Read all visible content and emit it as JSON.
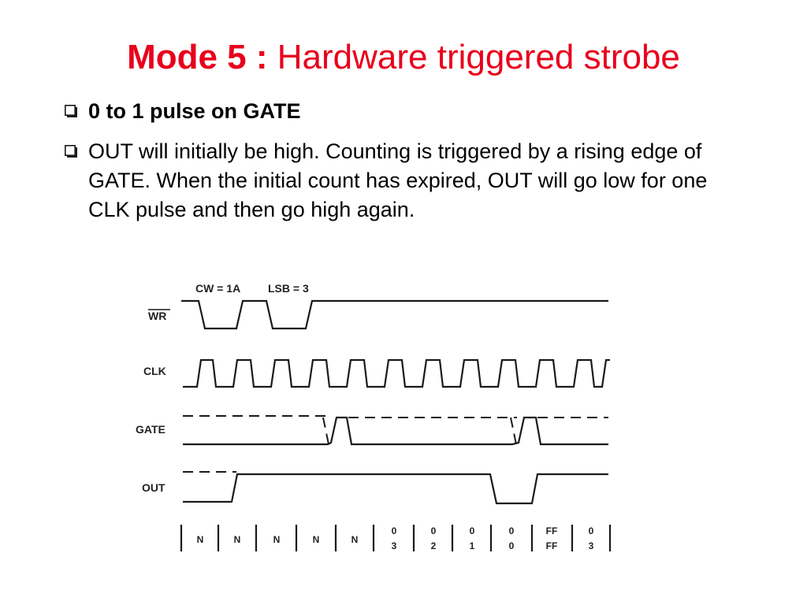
{
  "title": {
    "bold": "Mode 5 :",
    "rest": "Hardware triggered strobe"
  },
  "bullets": [
    "0 to 1 pulse on GATE",
    "OUT will initially be high. Counting is triggered by a rising edge of GATE. When the initial count has expired, OUT will go low for one CLK pulse and then go high again."
  ],
  "colors": {
    "title": "#e8001c",
    "bullet_box": "#1a1a1a",
    "waveform": "#1a1a1a"
  },
  "timing": {
    "annotations": [
      "CW = 1A",
      "LSB = 3"
    ],
    "signals": [
      "WR",
      "CLK",
      "GATE",
      "OUT"
    ],
    "count_row": {
      "top": [
        "N",
        "N",
        "N",
        "N",
        "N",
        "0",
        "0",
        "0",
        "0",
        "FF",
        "0"
      ],
      "bottom": [
        "",
        "",
        "",
        "",
        "",
        "3",
        "2",
        "1",
        "0",
        "FF",
        "3"
      ]
    }
  }
}
